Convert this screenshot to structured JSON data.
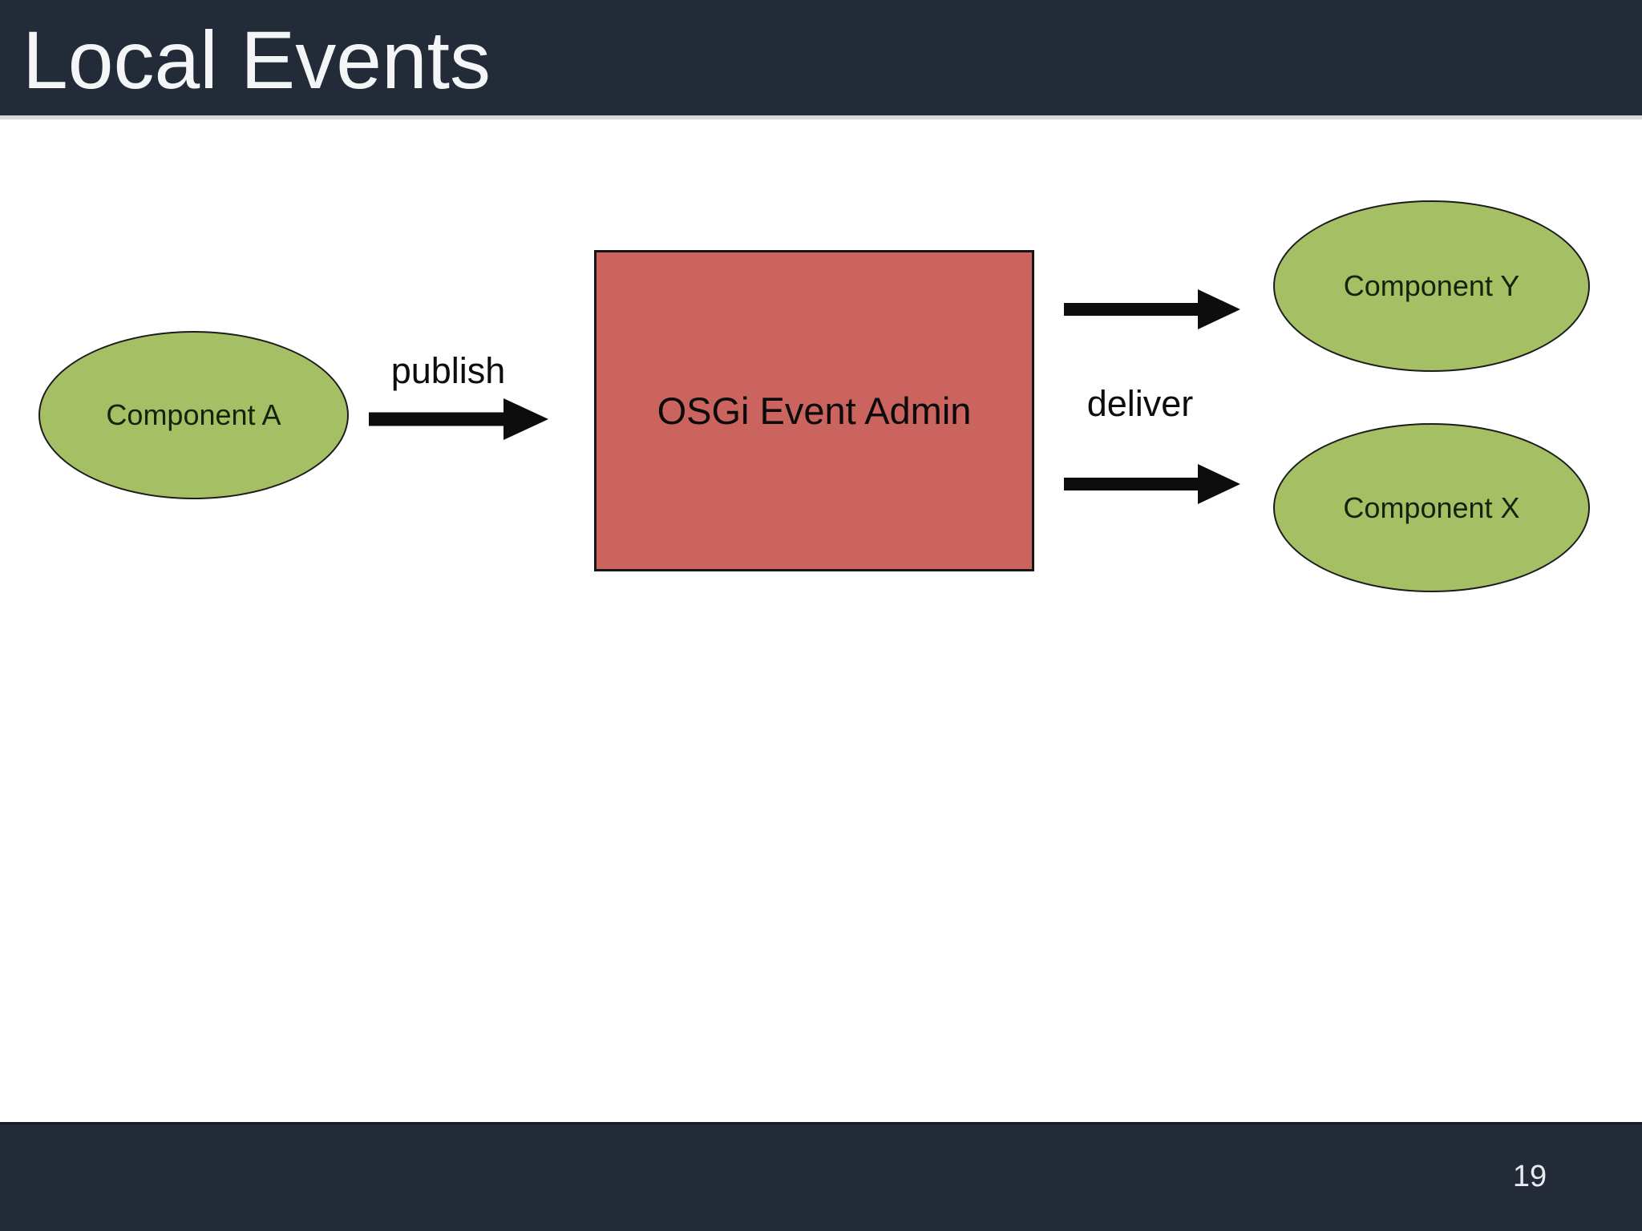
{
  "slide": {
    "title": "Local Events",
    "page_number": "19"
  },
  "diagram": {
    "nodes": {
      "component_a": {
        "label": "Component A",
        "shape": "ellipse"
      },
      "event_admin": {
        "label": "OSGi Event Admin",
        "shape": "rect"
      },
      "component_y": {
        "label": "Component Y",
        "shape": "ellipse"
      },
      "component_x": {
        "label": "Component X",
        "shape": "ellipse"
      }
    },
    "edges": {
      "publish": {
        "label": "publish",
        "from": "component_a",
        "to": "event_admin"
      },
      "deliver": {
        "label": "deliver",
        "from": "event_admin",
        "to": "component_y_and_component_x"
      }
    }
  },
  "colors": {
    "bar_dark": "#242b38",
    "node_green": "#a4bf64",
    "admin_red": "#cb645e",
    "arrow_black": "#0d0d0d"
  }
}
